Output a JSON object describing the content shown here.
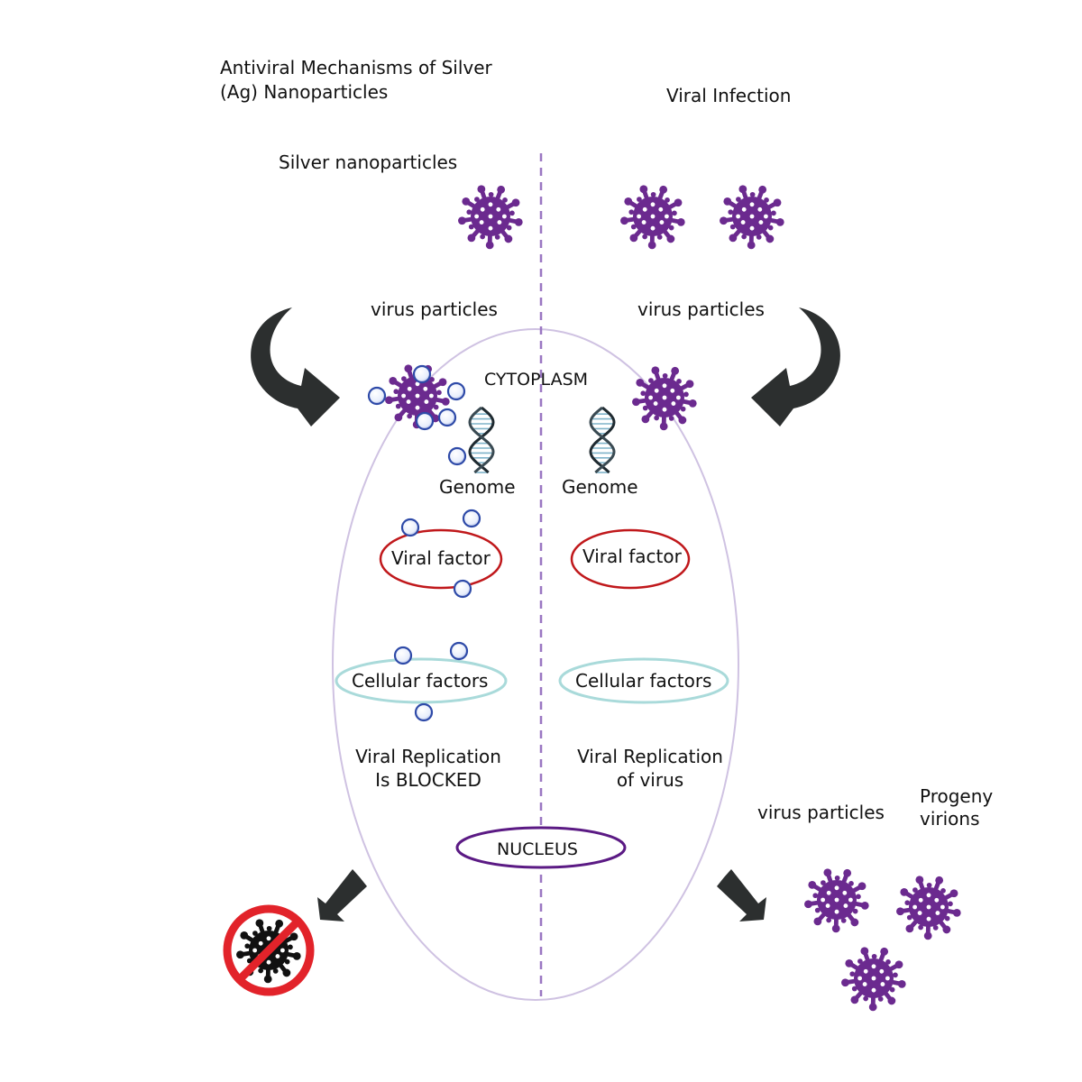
{
  "title": "Antiviral Mechanisms of Silver (Ag) Nanoparticles",
  "left_panel": {
    "heading": "Silver nanoparticles",
    "virus_label": "virus particles",
    "genome_label": "Genome",
    "viral_factor_label": "Viral factor",
    "cellular_factors_label": "Cellular factors",
    "outcome_line1": "Viral Replication",
    "outcome_line2": "Is BLOCKED"
  },
  "right_panel": {
    "heading": "Viral Infection",
    "virus_label": "virus particles",
    "genome_label": "Genome",
    "viral_factor_label": "Viral factor",
    "cellular_factors_label": "Cellular factors",
    "outcome_line1": "Viral Replication",
    "outcome_line2": "of virus",
    "output_label": "virus particles",
    "progeny_line1": "Progeny",
    "progeny_line2": "virions"
  },
  "cell": {
    "cytoplasm_label": "CYTOPLASM",
    "nucleus_label": "NUCLEUS"
  },
  "icons": {
    "virus": "virus-icon",
    "nanoparticle": "silver-nanoparticle-icon",
    "dna": "dna-helix-icon",
    "blocked": "no-virus-icon",
    "arrow": "curved-arrow-icon"
  },
  "colors": {
    "virus": "#6b2a8f",
    "nanoparticle": "#2e4aa8",
    "viral_factor_outline": "#c0181b",
    "cellular_factor_outline": "#a9dada",
    "nucleus_outline": "#5b1a84",
    "cell_outline": "#cfc2e2",
    "divider": "#9a77c2",
    "arrow": "#2c2f2f",
    "blocked_ring": "#e2232a"
  }
}
